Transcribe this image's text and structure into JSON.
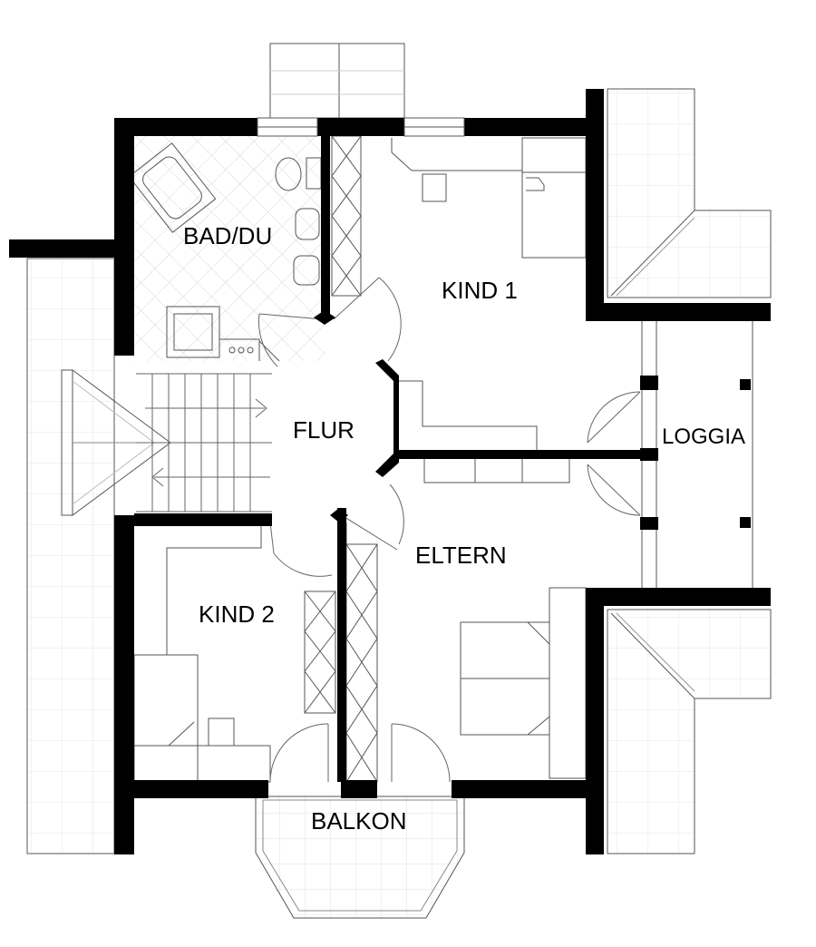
{
  "rooms": {
    "bad": "BAD/DU",
    "kind1": "KIND 1",
    "flur": "FLUR",
    "loggia": "LOGGIA",
    "eltern": "ELTERN",
    "kind2": "KIND 2",
    "balkon": "BALKON"
  },
  "colors": {
    "wall": "#000000",
    "line": "#555555",
    "light_line": "#bbbbbb",
    "background": "#ffffff"
  }
}
